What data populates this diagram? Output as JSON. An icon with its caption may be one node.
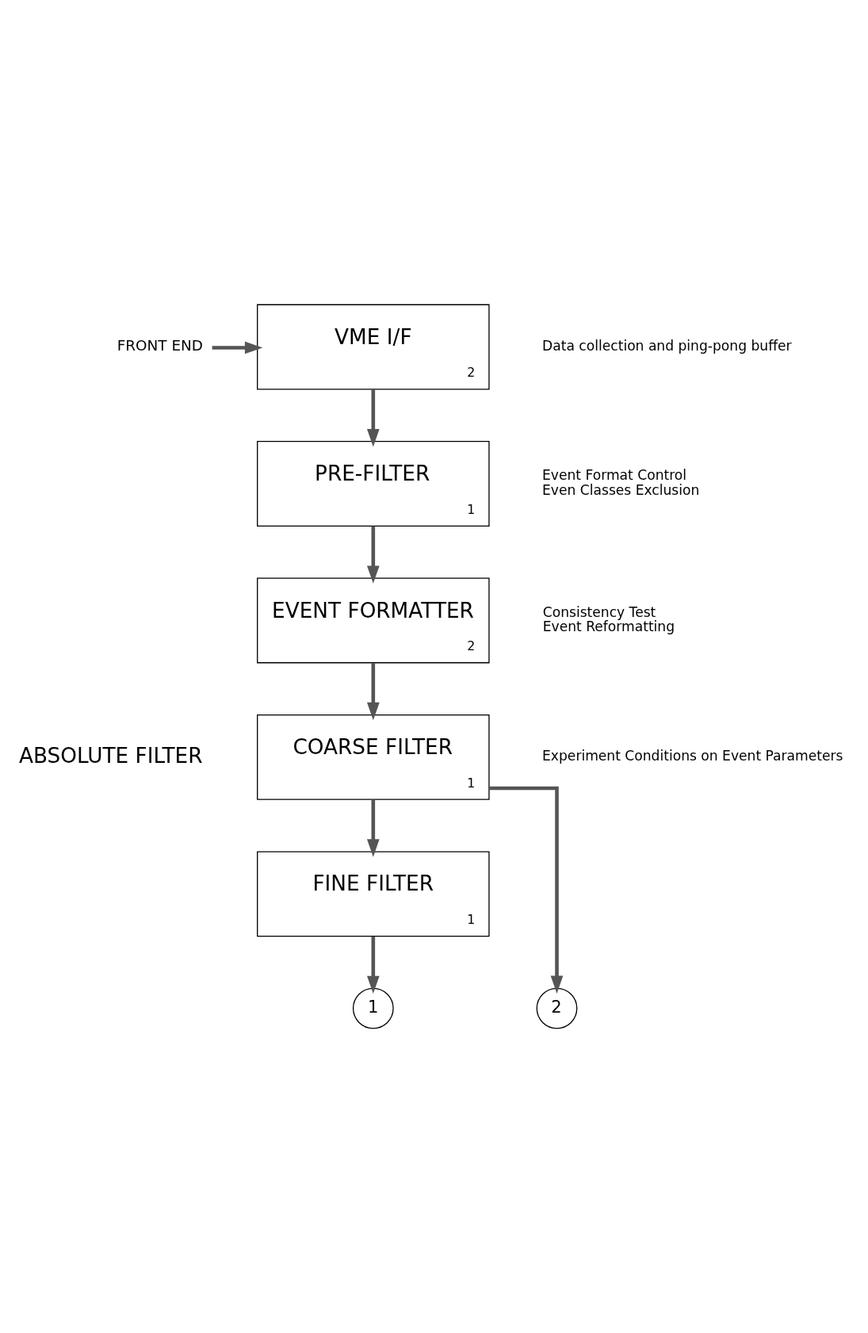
{
  "diagram": {
    "nodes": [
      {
        "text": [
          "FRONT END"
        ]
      },
      {
        "text": [
          "VME I/F",
          "2"
        ],
        "beside": [
          "Data collection and ping-pong buffer"
        ]
      },
      {
        "text": [
          "PRE-FILTER",
          "1"
        ],
        "beside": [
          "Event Format Control",
          "Even Classes Exclusion"
        ]
      },
      {
        "text": [
          "EVENT FORMATTER",
          "2"
        ],
        "beside": [
          "Consistency Test",
          "Event Reformatting"
        ]
      },
      {
        "text": [
          "COARSE FILTER",
          "1"
        ],
        "beside": [
          "Experiment Conditions on Event Parameters"
        ]
      },
      {
        "text": [
          "FINE FILTER",
          "1"
        ]
      },
      {
        "text": [
          "1"
        ]
      },
      {
        "text": [
          "2"
        ]
      }
    ],
    "edges": [
      {
        "from": 0,
        "to": 1,
        "arrow": "to"
      },
      {
        "from": 1,
        "to": 2,
        "arrow": "to"
      },
      {
        "from": 2,
        "to": 3,
        "arrow": "to"
      },
      {
        "from": 3,
        "to": 4,
        "arrow": "to"
      },
      {
        "from": 4,
        "to": 5,
        "arrow": "to"
      },
      {
        "from": 5,
        "to": 6,
        "arrow": "to"
      },
      {
        "from": 4,
        "to": 7,
        "arrow": "to"
      }
    ],
    "labels": [
      "ABSOLUTE FILTER"
    ]
  }
}
